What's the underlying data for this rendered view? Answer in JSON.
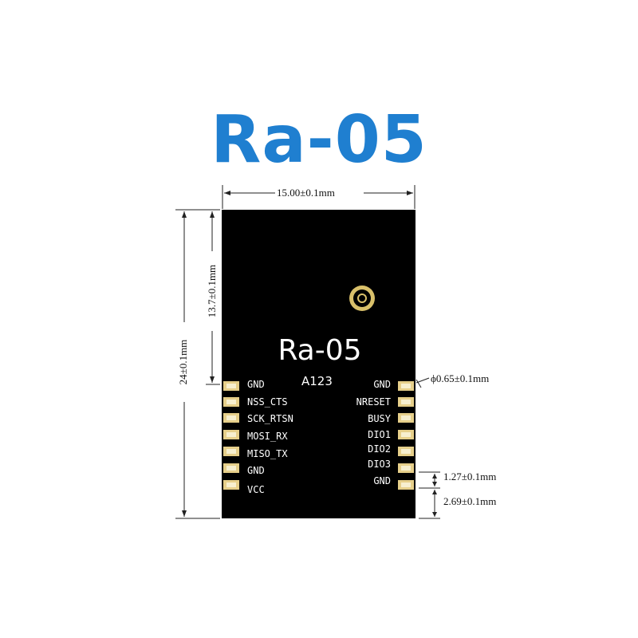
{
  "title": "Ra-05",
  "module": {
    "name": "Ra-05",
    "code": "A123"
  },
  "pins_left": [
    "GND",
    "NSS_CTS",
    "SCK_RTSN",
    "MOSI_RX",
    "MISO_TX",
    "GND",
    "VCC"
  ],
  "pins_right": [
    "GND",
    "NRESET",
    "BUSY",
    "DIO1",
    "DIO2",
    "DIO3",
    "GND"
  ],
  "dimensions": {
    "width": "15.00±0.1mm",
    "height": "24±0.1mm",
    "antenna_offset": "13.7±0.1mm",
    "pad_diameter": "ϕ0.65±0.1mm",
    "pin_pitch": "1.27±0.1mm",
    "bottom_offset": "2.69±0.1mm"
  },
  "colors": {
    "title": "#1f7fd0",
    "board": "#000000",
    "pad": "#e6cf8a"
  }
}
